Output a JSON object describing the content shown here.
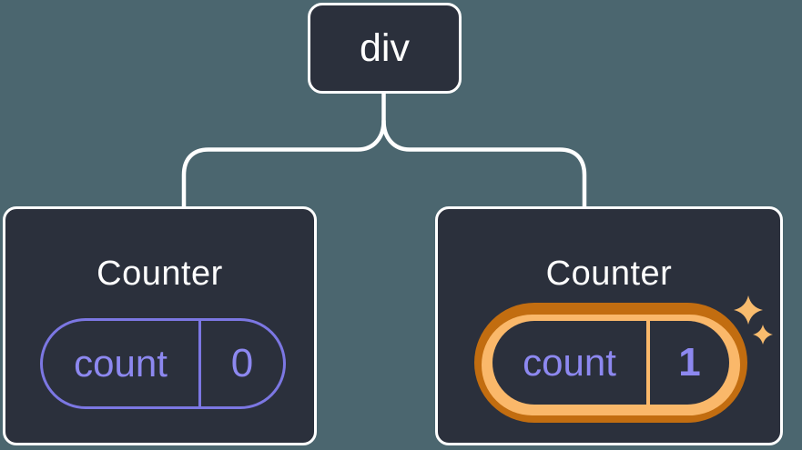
{
  "diagram": {
    "root": {
      "label": "div"
    },
    "children": [
      {
        "title": "Counter",
        "state": {
          "key": "count",
          "value": "0"
        },
        "highlighted": false
      },
      {
        "title": "Counter",
        "state": {
          "key": "count",
          "value": "1"
        },
        "highlighted": true
      }
    ]
  },
  "icons": {
    "sparkle_large": "four-point-star",
    "sparkle_small": "four-point-star"
  },
  "colors": {
    "background": "#4B666F",
    "card-bg": "#2B303C",
    "card-border": "#FFFFFF",
    "connector": "#FFFFFF",
    "node-text": "#FFFFFF",
    "state-text": "#8D88F0",
    "state-border": "#7C77E3",
    "highlight-dark": "#C26D10",
    "highlight-light": "#FAB86A",
    "sparkle": "#F9BC6E"
  }
}
